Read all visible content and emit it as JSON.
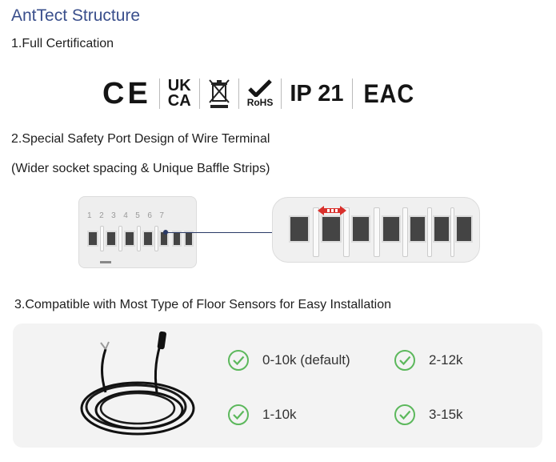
{
  "title": "AntTect Structure",
  "sections": {
    "certification": {
      "heading": "1.Full Certification",
      "marks": [
        {
          "icon": "ce-mark-icon",
          "text": "CE"
        },
        {
          "icon": "ukca-mark-icon",
          "lines": [
            "UK",
            "CA"
          ]
        },
        {
          "icon": "weee-bin-icon"
        },
        {
          "icon": "rohs-mark-icon",
          "text": "RoHS"
        },
        {
          "icon": "ip21-mark-icon",
          "text": "IP 21"
        },
        {
          "icon": "eac-mark-icon",
          "text": "EAC"
        }
      ]
    },
    "safety_port": {
      "heading": "2.Special Safety Port Design of Wire Terminal",
      "subheading": "(Wider socket spacing & Unique Baffle Strips)",
      "port_numbers": [
        "1",
        "2",
        "3",
        "4",
        "5",
        "6",
        "7"
      ]
    },
    "sensors": {
      "heading": "3.Compatible with Most Type of Floor Sensors for Easy Installation",
      "options": [
        "0-10k (default)",
        "2-12k",
        "1-10k",
        "3-15k"
      ]
    }
  },
  "colors": {
    "title": "#3a4f8c",
    "check": "#5cb85c",
    "panel_bg": "#f3f3f3",
    "marker": "#d9302c"
  }
}
